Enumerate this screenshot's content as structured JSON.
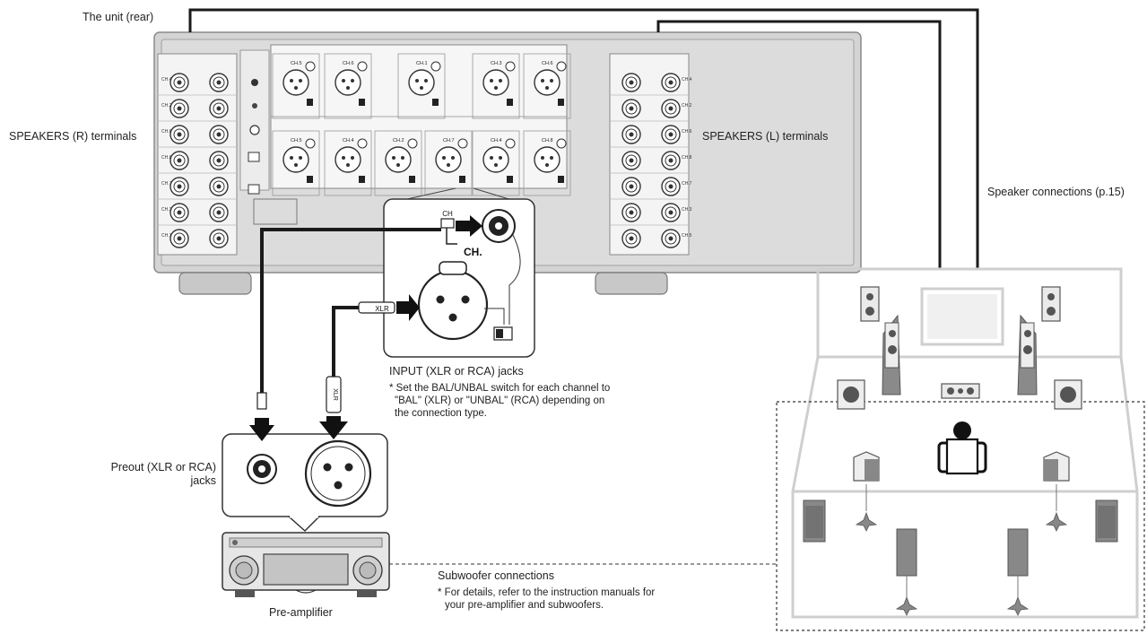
{
  "labels": {
    "unit_rear": "The unit (rear)",
    "speakers_r": "SPEAKERS (R) terminals",
    "speakers_l": "SPEAKERS (L) terminals",
    "speaker_connections": "Speaker connections (p.15)",
    "input_jacks": "INPUT (XLR or RCA) jacks",
    "input_note": [
      "* Set the BAL/UNBAL switch for each channel to",
      "\"BAL\" (XLR) or \"UNBAL\" (RCA) depending on",
      "the connection type."
    ],
    "preout_jacks": [
      "Preout (XLR or RCA)",
      "jacks"
    ],
    "pre_amplifier": "Pre-amplifier",
    "subwoofer_connections": "Subwoofer connections",
    "subwoofer_note": [
      "* For details, refer to the instruction manuals for",
      "your pre-amplifier and subwoofers."
    ],
    "plug_ch": "CH",
    "plug_ch_dot": "CH.",
    "plug_xlr": "XLR",
    "plug_xlr_vertical": "XLR"
  },
  "channels_top": [
    "CH.5",
    "CH.6",
    "CH.1",
    "CH.3",
    "CH.6"
  ],
  "channels_bottom": [
    "CH.5",
    "CH.4",
    "CH.2",
    "CH.7",
    "CH.4",
    "CH.8"
  ],
  "terminal_channels_left": [
    "CH.4",
    "CH.2",
    "CH.6",
    "CH.8",
    "CH.7",
    "CH.3",
    "CH.1"
  ],
  "terminal_channels_right": [
    "CH.4",
    "CH.2",
    "CH.6",
    "CH.8",
    "CH.7",
    "CH.3",
    "CH.5"
  ],
  "colors": {
    "unit_body": "#d2d2d2",
    "panel": "#f4f4f4",
    "cable": "#1a1a1a",
    "speaker_dark": "#555555",
    "room_line": "#cfcfcf"
  }
}
